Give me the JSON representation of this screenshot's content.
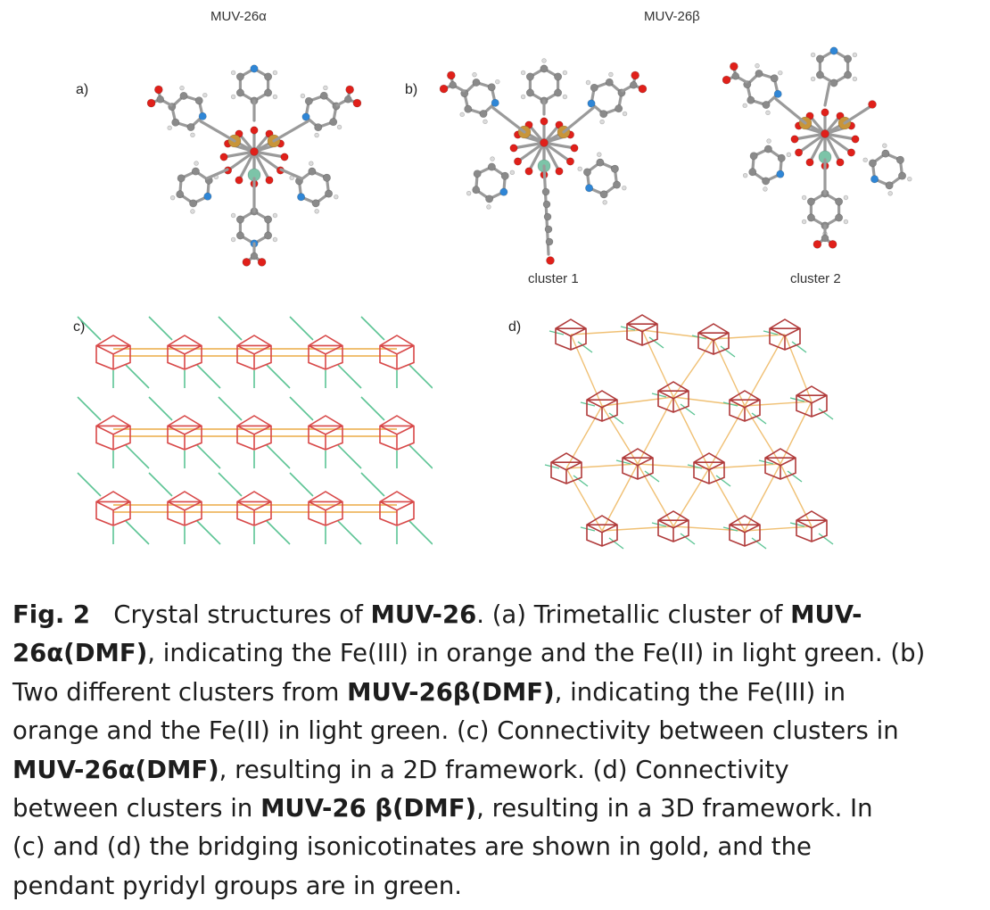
{
  "figure": {
    "title_alpha": "MUV-26α",
    "title_beta": "MUV-26β",
    "panel_a": "a)",
    "panel_b": "b)",
    "panel_c": "c)",
    "panel_d": "d)",
    "cluster1": "cluster 1",
    "cluster2": "cluster 2"
  },
  "caption": {
    "fig_label": "Fig. 2",
    "seg1": "Crystal structures of ",
    "bold1": "MUV-26",
    "seg2": ". (a) Trimetallic cluster of ",
    "bold2a": "MUV-",
    "bold2b": "26α(DMF)",
    "seg3": ", indicating the Fe(III) in orange and the Fe(II) in light green. (b)",
    "seg4": "Two different clusters from ",
    "bold4": "MUV-26β(DMF)",
    "seg5": ", indicating the Fe(III) in",
    "seg6": "orange and the Fe(II) in light green. (c) Connectivity between clusters in",
    "bold7": "MUV-26α(DMF)",
    "seg7": ", resulting in a 2D framework. (d) Connectivity",
    "seg8": "between clusters in ",
    "bold8": "MUV-26 β(DMF)",
    "seg9": ", resulting in a 3D framework. In",
    "seg10": "(c) and (d) the bridging isonicotinates are shown in gold, and the",
    "seg11": "pendant pyridyl groups are in green."
  },
  "colors": {
    "fe3": "#c8953a",
    "fe2": "#7cc4a8",
    "oxygen": "#e0201a",
    "nitrogen": "#2f86d6",
    "carbon": "#8a8a8a",
    "cluster_edge": "#d84848",
    "bridge": "#f0c074",
    "pendant": "#5cc494"
  }
}
